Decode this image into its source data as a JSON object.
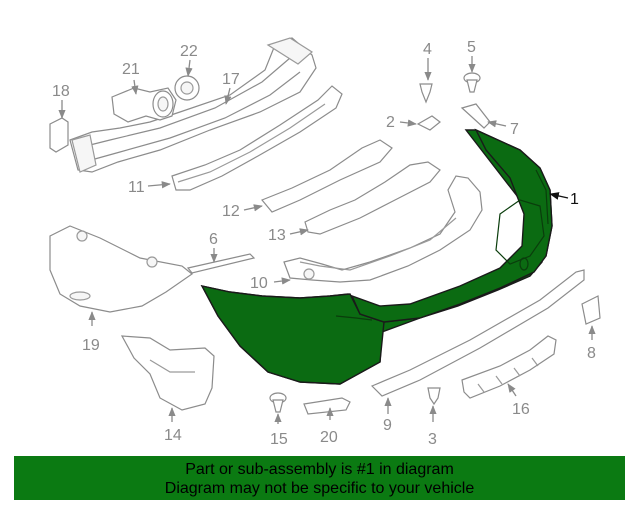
{
  "diagram": {
    "callouts": {
      "c1": "1",
      "c2": "2",
      "c3": "3",
      "c4": "4",
      "c5": "5",
      "c6": "6",
      "c7": "7",
      "c8": "8",
      "c9": "9",
      "c10": "10",
      "c11": "11",
      "c12": "12",
      "c13": "13",
      "c14": "14",
      "c15": "15",
      "c16": "16",
      "c17": "17",
      "c18": "18",
      "c19": "19",
      "c20": "20",
      "c21": "21",
      "c22": "22"
    },
    "highlight_color": "#0b6b12",
    "highlighted_part": "1"
  },
  "footer": {
    "line1": "Part or sub-assembly is #1 in diagram",
    "line2": "Diagram may not be specific to your vehicle",
    "background": "#0b7a12"
  }
}
